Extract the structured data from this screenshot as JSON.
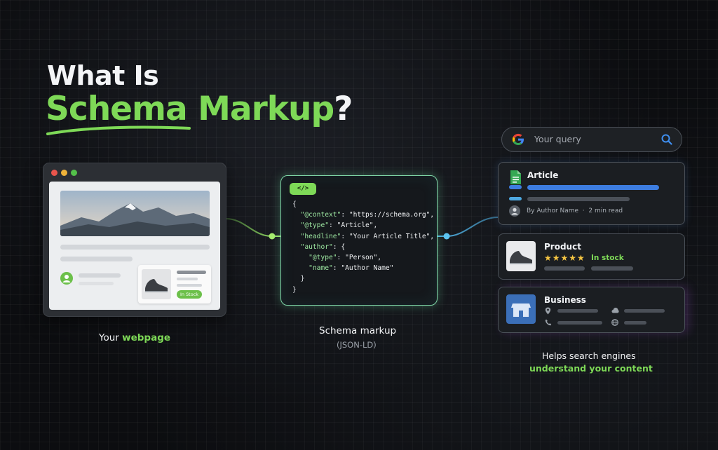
{
  "title": {
    "line1": "What Is",
    "line2": "Schema Markup",
    "line2_suffix": "?"
  },
  "webpage": {
    "stock_badge": "In Stock",
    "caption_prefix": "Your ",
    "caption_highlight": "webpage"
  },
  "schema": {
    "badge": "</>",
    "code": {
      "open": "{",
      "lines": [
        {
          "key": "\"@context\"",
          "value": " \"https://schema.org\","
        },
        {
          "key": "\"@type\"",
          "value": " \"Article\","
        },
        {
          "key": "\"headline\"",
          "value": " \"Your Article Title\","
        },
        {
          "key": "\"author\"",
          "value": " {"
        },
        {
          "key": "\"@type\"",
          "value": " \"Person\","
        },
        {
          "key": "\"name\"",
          "value": " \"Author Name\""
        }
      ],
      "inner_close": "}",
      "close": "}"
    },
    "caption": "Schema markup",
    "subcaption": "(JSON-LD)"
  },
  "search": {
    "placeholder": "Your query"
  },
  "results": {
    "article": {
      "title": "Article",
      "meta": "By Author Name  ·  2 min read"
    },
    "product": {
      "title": "Product",
      "stars": "★★★★★",
      "stock": "In stock"
    },
    "business": {
      "title": "Business"
    }
  },
  "caption": {
    "line1": "Helps search engines",
    "line2": "understand your content"
  },
  "colors": {
    "accent": "#7ed957",
    "blue": "#3d7de0",
    "card_border": "#4a5058"
  },
  "icons": [
    "google-icon",
    "search-icon",
    "doc-icon",
    "avatar-icon",
    "shoe-icon",
    "store-icon",
    "pin-icon",
    "phone-icon",
    "cloud-icon",
    "globe-icon"
  ]
}
